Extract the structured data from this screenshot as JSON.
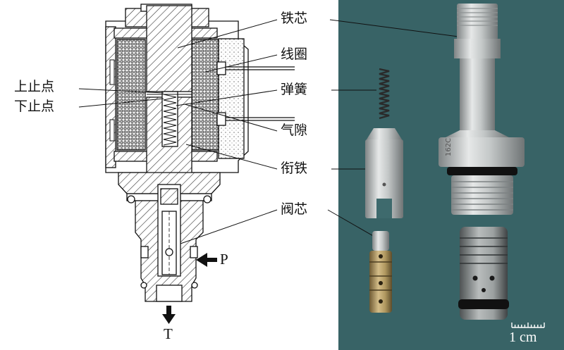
{
  "labels": {
    "iron_core": "铁芯",
    "coil": "线圈",
    "spring": "弹簧",
    "air_gap": "气隙",
    "armature": "衔铁",
    "valve_core": "阀芯",
    "top_dead_center": "上止点",
    "bottom_dead_center": "下止点",
    "port_p": "P",
    "port_t": "T",
    "part_stamp": "162C",
    "scale_bar": "1 cm"
  },
  "colors": {
    "photo_background": "#3e6a6d",
    "metal_light": "#d9dcdc",
    "metal_dark": "#8a8f90",
    "brass": "#b59a63",
    "drawing_line": "#111111"
  }
}
